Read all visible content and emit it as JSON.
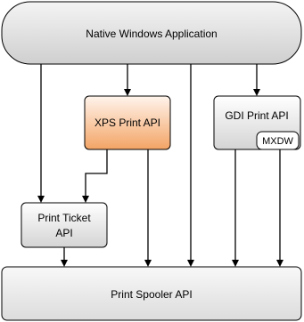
{
  "nodes": {
    "app": {
      "label": "Native Windows Application"
    },
    "xps": {
      "label": "XPS Print API"
    },
    "gdi": {
      "label": "GDI Print API"
    },
    "mxdw": {
      "label": "MXDW"
    },
    "ticket": {
      "line1": "Print Ticket",
      "line2": "API"
    },
    "spooler": {
      "label": "Print Spooler API"
    }
  },
  "colors": {
    "stroke": "#000000",
    "box_fill_top": "#ffffff",
    "box_fill_bottom": "#d9d9d9",
    "xps_fill_top": "#fff2e6",
    "xps_fill_bottom": "#f4a060"
  }
}
